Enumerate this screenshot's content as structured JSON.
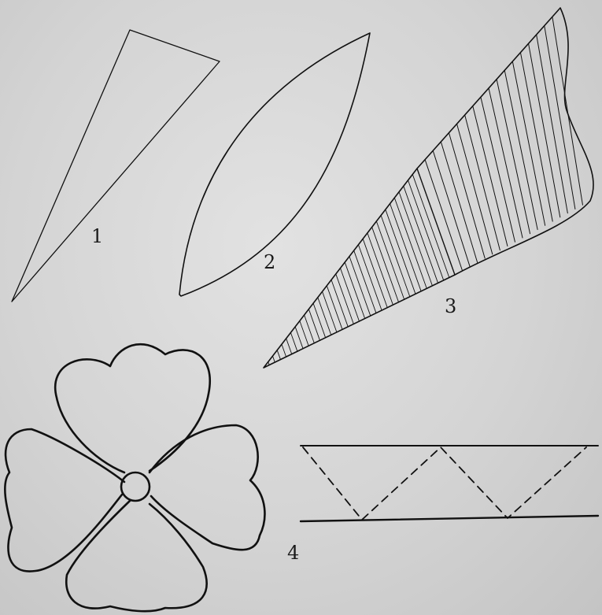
{
  "figures": [
    {
      "id": "1",
      "label": "1",
      "shape": "triangle-outline"
    },
    {
      "id": "2",
      "label": "2",
      "shape": "lens-outline"
    },
    {
      "id": "3",
      "label": "3",
      "shape": "hatched-wedge"
    },
    {
      "id": "4",
      "label": "4",
      "shape": "four-petal-flower-and-dashed-zigzag-band"
    }
  ],
  "colors": {
    "ink": "#111111",
    "paper": "#d6d6d6"
  }
}
